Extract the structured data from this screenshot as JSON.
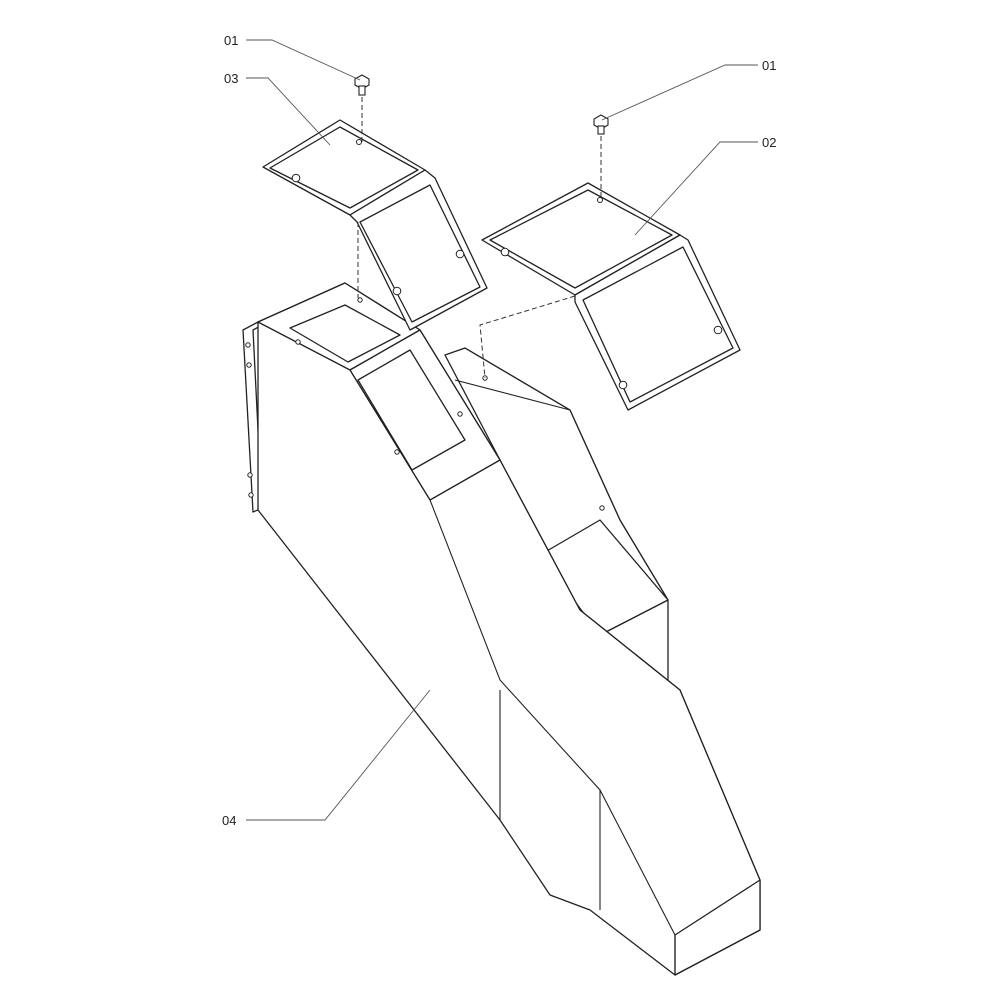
{
  "callouts": {
    "bolt_left": "01",
    "bolt_right": "01",
    "cover_right": "02",
    "cover_left": "03",
    "chute_body": "04"
  }
}
